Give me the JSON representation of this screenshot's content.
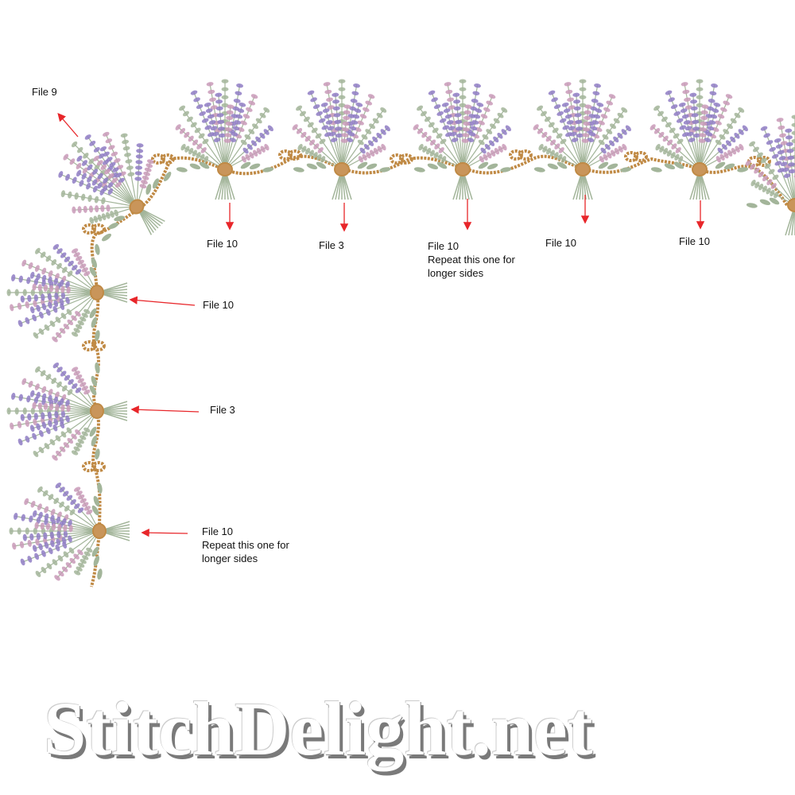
{
  "colors": {
    "lavender": "#8f7cc4",
    "pink": "#c99ab8",
    "leaf": "#a3b59a",
    "rope": "#c08a45",
    "arrow": "#e8262a"
  },
  "labels": {
    "file9": "File 9",
    "top1": "File 10",
    "top2": "File 3",
    "top3": [
      "File 10",
      "Repeat this one for",
      "longer sides"
    ],
    "top4": "File 10",
    "top5": "File 10",
    "left1": "File 10",
    "left2": "File 3",
    "left3": [
      "File 10",
      "Repeat this one for",
      "longer sides"
    ]
  },
  "watermark": "StitchDelight.net"
}
